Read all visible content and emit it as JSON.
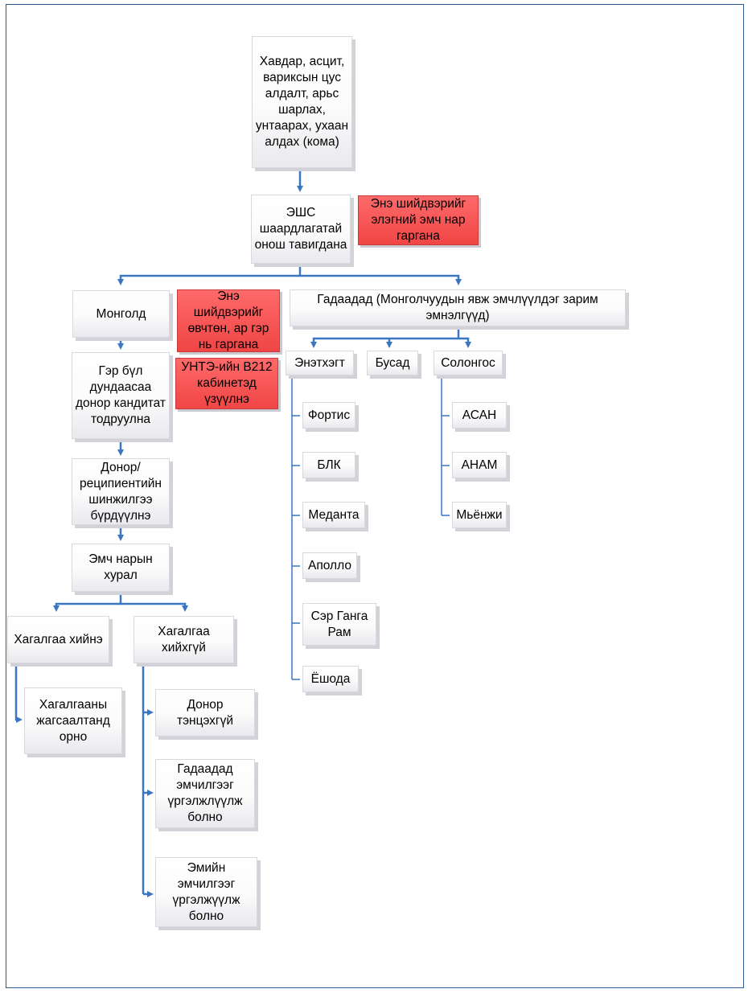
{
  "boxes": {
    "symptoms": "Хавдар, асцит, вариксын цус алдалт, арьс шарлах, унтаарах, ухаан алдах (кома)",
    "eshs_diagnosis": "ЭШС шаардлагатай онош тавигдана",
    "mongolia": "Монголд",
    "family_donor": "Гэр бүл дундаасаа донор кандитат тодруулна",
    "donor_tests": "Донор/реципиентийн шинжилгээ бүрдүүлнэ",
    "council": "Эмч нарын хурал",
    "transplant_yes": "Хагалгаа хийнэ",
    "transplant_no": "Хагалгаа хийхгүй",
    "waiting_list": "Хагалгааны жагсаалтанд орно",
    "donor_mismatch": "Донор тэнцэхгүй",
    "abroad_treatment": "Гадаадад эмчилгээг үргэлжлүүлж болно",
    "drug_treatment": "Эмийн эмчилгээг үргэлжүүлж болно",
    "abroad": "Гадаадад (Монголчуудын явж эмчлүүлдэг зарим эмнэлгүүд)",
    "india": "Энэтхэгт",
    "other": "Бусад",
    "korea": "Солонгос",
    "fortis": "Фортис",
    "blk": "БЛК",
    "medanta": "Меданта",
    "apollo": "Аполло",
    "sir_ganga_ram": "Сэр Ганга Рам",
    "yoshoda": "Ёшода",
    "asan": "АСАН",
    "anam": "АНАМ",
    "myongji": "Мьёнжи"
  },
  "notes": {
    "doctors_decide": "Энэ шийдвэрийг элэгний эмч нар гаргана",
    "family_decides": "Энэ шийдвэрийг өвчтөн, ар гэр нь гаргана",
    "b212_room": "УНТЭ-ийн В212 кабинетэд үзүүлнэ"
  },
  "colors": {
    "connector": "#3a76c2",
    "note_fill": "#f04545",
    "frame": "#2b5b94"
  }
}
